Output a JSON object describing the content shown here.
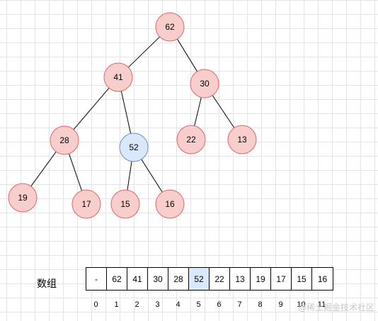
{
  "tree": {
    "nodes": [
      {
        "id": "n0",
        "label": "62",
        "highlight": false
      },
      {
        "id": "n1",
        "label": "41",
        "highlight": false
      },
      {
        "id": "n2",
        "label": "30",
        "highlight": false
      },
      {
        "id": "n3",
        "label": "28",
        "highlight": false
      },
      {
        "id": "n4",
        "label": "52",
        "highlight": true
      },
      {
        "id": "n5",
        "label": "22",
        "highlight": false
      },
      {
        "id": "n6",
        "label": "13",
        "highlight": false
      },
      {
        "id": "n7",
        "label": "19",
        "highlight": false
      },
      {
        "id": "n8",
        "label": "17",
        "highlight": false
      },
      {
        "id": "n9",
        "label": "15",
        "highlight": false
      },
      {
        "id": "n10",
        "label": "16",
        "highlight": false
      }
    ],
    "edges": [
      [
        "n0",
        "n1"
      ],
      [
        "n0",
        "n2"
      ],
      [
        "n1",
        "n3"
      ],
      [
        "n1",
        "n4"
      ],
      [
        "n2",
        "n5"
      ],
      [
        "n2",
        "n6"
      ],
      [
        "n3",
        "n7"
      ],
      [
        "n3",
        "n8"
      ],
      [
        "n4",
        "n9"
      ],
      [
        "n4",
        "n10"
      ]
    ]
  },
  "array": {
    "label": "数组",
    "cells": [
      "-",
      "62",
      "41",
      "30",
      "28",
      "52",
      "22",
      "13",
      "19",
      "17",
      "15",
      "16"
    ],
    "highlight_index": 5,
    "indices": [
      "0",
      "1",
      "2",
      "3",
      "4",
      "5",
      "6",
      "7",
      "8",
      "9",
      "10",
      "11"
    ]
  },
  "colors": {
    "node_fill": "#f8cecc",
    "node_stroke": "#e06666",
    "highlight_fill": "#dae8fc",
    "highlight_stroke": "#6c8ebf"
  },
  "watermark": "@稀土掘金技术社区"
}
